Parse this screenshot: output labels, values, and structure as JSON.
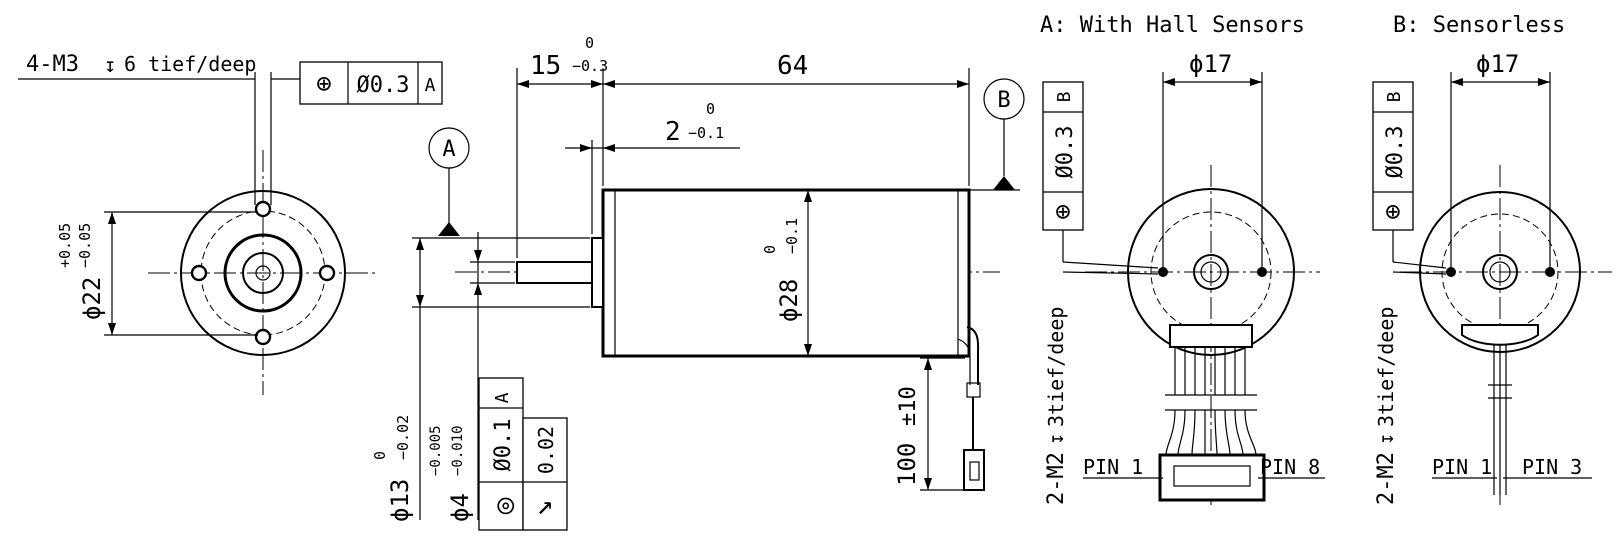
{
  "views": {
    "view_a_title": "A: With Hall Sensors",
    "view_b_title": "B: Sensorless"
  },
  "front_view": {
    "thread_note": "4-M3",
    "thread_depth": "6 tief/deep",
    "fcf": {
      "symbol": "⊕",
      "tolerance": "Ø0.3",
      "datum": "A"
    },
    "dia_22": "ϕ22",
    "dia_22_tol_upper": "+0.05",
    "dia_22_tol_lower": "−0.05"
  },
  "side_view": {
    "dim_15": "15",
    "dim_15_tol_upper": "0",
    "dim_15_tol_lower": "−0.3",
    "dim_64": "64",
    "dim_2": "2",
    "dim_2_tol_upper": "0",
    "dim_2_tol_lower": "−0.1",
    "datum_a": "A",
    "datum_b": "B",
    "dia_28": "ϕ28",
    "dia_28_tol_upper": "0",
    "dia_28_tol_lower": "−0.1",
    "dia_13": "ϕ13",
    "dia_13_tol_upper": "0",
    "dia_13_tol_lower": "−0.02",
    "dia_4": "ϕ4",
    "dia_4_tol_upper": "−0.005",
    "dia_4_tol_lower": "−0.010",
    "fcf_concentricity": {
      "symbol": "◎",
      "tolerance": "Ø0.1",
      "datum": "A"
    },
    "fcf_runout": {
      "symbol": "↗",
      "tolerance": "0.02"
    },
    "lead_length": "100",
    "lead_length_tol": "±10"
  },
  "rear_view_a": {
    "dia_17": "ϕ17",
    "fcf": {
      "symbol": "⊕",
      "tolerance": "Ø0.3",
      "datum": "B"
    },
    "thread_note": "2-M2",
    "thread_depth": "3tief/deep",
    "pin_first": "PIN 1",
    "pin_last": "PIN 8"
  },
  "rear_view_b": {
    "dia_17": "ϕ17",
    "fcf": {
      "symbol": "⊕",
      "tolerance": "Ø0.3",
      "datum": "B"
    },
    "thread_note": "2-M2",
    "thread_depth": "3tief/deep",
    "pin_first": "PIN 1",
    "pin_last": "PIN 3"
  }
}
